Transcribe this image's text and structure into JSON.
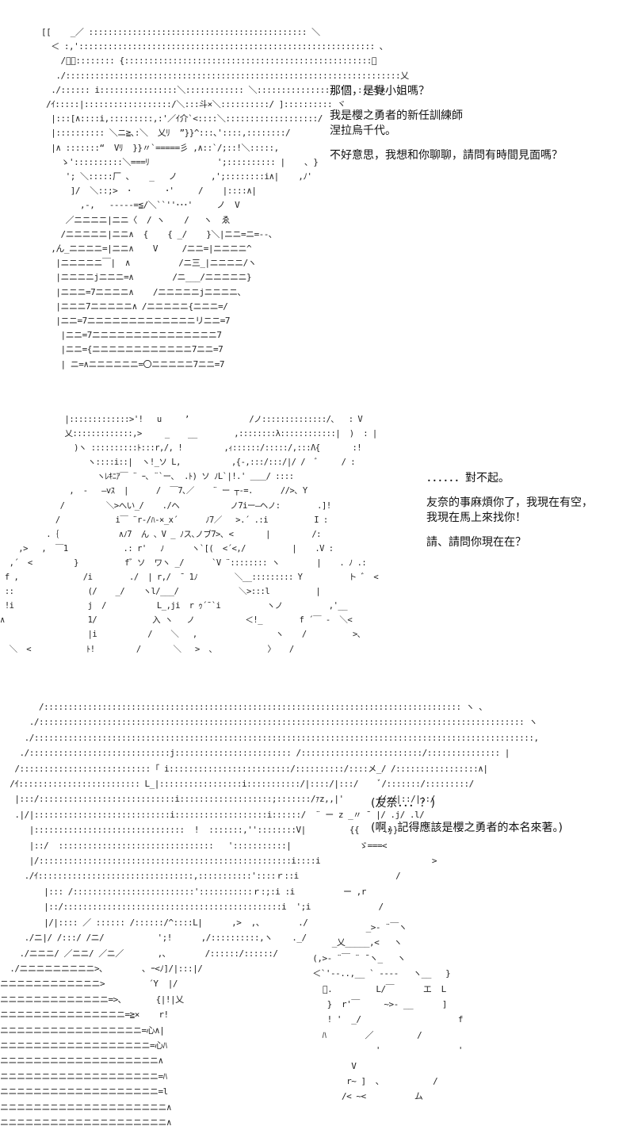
{
  "panels": [
    {
      "dialogue": [
        [
          "那個，是覺小姐嗎？"
        ],
        [
          "我是櫻之勇者的新任訓練師",
          "涅拉烏千代。"
        ],
        [
          "不好意思，我想和你聊聊，請問有時間見面嗎？"
        ]
      ]
    },
    {
      "dialogue": [
        [
          "．．．．．．對不起。"
        ],
        [
          "友奈的事麻煩你了，我現在有空，",
          "我現在馬上來找你！"
        ],
        [
          "請、請問你現在在？"
        ]
      ]
    },
    {
      "dialogue": [
        [
          "(友奈．．．？)"
        ],
        [
          "(啊，記得應該是櫻之勇者的本名來著。)"
        ]
      ]
    }
  ],
  "art": {
    "figure_1": "[[    _／ ::::::::::::::::::::::::::::::::::::::::::::: ＼\n  ＜ :,'::::::::::::::::::::::::::::::::::::::::::::::::::::::::::::: ､\n    /ﾞ￣:::::::: {:::::::::::::::::::::::::::::::::::::::::::::::::::＼\n   ./:::::::::::::::::::::::::::::::::::::::::::::::::::::::::::::::::::::乂\n  ./:::::: i::::::::::::::::＼:::::::::::: ＼::::::::::::::::,'ヿ :::ミ×\n /ｲ:::::|::::::::::::::::::/＼:::斗×＼::::::::::/ ]:::::::::: ヾ\n  |:::[∧::::i,:::::::::,:'／ｲ介`<::::＼:::::::::::::::::::/\n  |:::::::::: ＼ニ≧､:＼  乂ﾘ  ”}}^:::､'::::,::::::::/\n  |∧ :::::::“  Vﾘ  }}〃`=====彡 ,∧::`/;::!＼:::::,\n    ゝ'::::::::::＼===ﾘ              ';:::::::::: |    ､ }\n     '; ＼:::::厂 ､    _   ノ       ,';::::::::i∧|    ,ﾉ'\n      ]/  ＼::;>  ･       ･'     /    |::::∧|\n        ,-,   -----=≦/＼``''･･･'     ノ  V\n     ／ニニニニ|ニニ〈  / ヽ    /   ヽ  ゑ\n    /ニニニニニ|ニニ∧  {    { _/    }＼|ニニ=ニ=--､\n  ,ん_ニニニニ=|ニニ∧    V     /ニニ=|ニニニニ^\n   |ニニニニニ￣|  ∧          /ニ三_|ニニニニ/ヽ\n   |ニニニニjニニニ=∧        /ニ___/ニニニニニ}\n   |ニニニ=7ニニニニ∧    /ニニニニニjニニニニ､\n   |ニニニ7ニニニニニ∧ /ニニニニニ{ニニニ=/\n   |ニニ=7ニニニニニニニニニニニニニリニニ=7\n    |ニニ=7ニニニニニニニニニニニニニニニ7\n    |ニニ={ニニニニニニニニニニニニ7ニニ=7\n    | ニ=∧ニニニニニニ=〇ニニニニニ7ニニ=7",
    "figure_2": "              |:::::::::::::>'!   u     ’             /ノ::::::::::::::/､   : V\n              乂:::::::::::::,>     _    __        ,::::::::λ::::::::::::|  )  : |\n                )ヽ ::::::::::ﾄ:::r,/, !         ,ｨ::::::/:::::/,:::Λ{       :!\n                   ヽ::::i::|  ヽ!_ソ L,           ,{-,:::/:::/|/ /  ﾞ     / :\n                     ヽﾚｷﾆｱ￣ ¨ ｰ､ ¨`ー､  .ﾄ) ソ ﾉL`|!.' ＿＿/ ::::\n               ,  -   ―vｽ  |      /  ￣7､／    ¨ ー ┬‐=.      //>､ Y\n             /         ＼>へい_/    ./ヘ           ノ7iー―ヘノ:        .]!\n            /            i￣ ¨r-/ﾊ-×_x´      ﾉ7／   >.´ .:i          I :\n          .｛             ∧ﾉ7  ん 、V _ ﾉス､ノブ7>､ <       |         /:\n    ,>   ,  ￣1            .: r'   ﾉ      ヽ`[(  <´<,/          |    .V :\n  ,´  <         }          f゛ソ  ワヽ _/      `V ¨:::::::: ヽ        |    . ﾉ .:\n f ,              /i        ./  | r,/  ¯ 1ﾉ        ＼__::::::::: Y          ト ゛ <\n ::                (/    _/    ヽl/___/             ＼>:::l          |\n !i                j  /           L_,ji  r ｩ´¯`i          ヽノ          ,'__\n∧                  1/            入 ヽ   ノ           ＜!_        f ´￣ -  ＼<\n                   |i           /    ＼   ,                 ヽ    /          >､\n  ＼  <            ﾄ!         /       ＼   >  、           〉   /",
    "figure_3": "        /:::::::::::::::::::::::::::::::::::::::::::::::::::::::::::::::::::::::::::::::::::::: ヽ ､\n      ./:::::::::::::::::::::::::::::::::::::::::::::::::::::::::::::::::::::::::::::::::::::::::::::::::::: ヽ\n     ./:::::::::::::::::::::::::::::::::::::::::::::::::::::::::::::::::::::::::::::::::::::::::::::::::::::::,\n    ./:::::::::::::::::::::::::::::j:::::::::::::::::::::::: /:::::::::::::::::::::::::/::::::::::::::: |\n   /::::::::::::::::::::::::::: ｢ i:::::::::::::::::::::::::/::::::::::/::::メ_/ /:::::::::::::::::∧|\n  /ｲ::::::::::::::::::::::::: L_|:::::::::::::::::i:::::::::::/|::::/|:::/    ﾞ/:::::::/:::::::::/\n   |:::/::::::::::::::::::::::::::::i:::::::::::::::::::;:::::::/ｧz,,|'       /ｲ:/|::/|::/\n   .|/|::::::::::::::::::::::::::::i:::::::::::::::::::i::::::/  ¨ ー z _〃 ¯ |/ .j/ .l/\n      |:::::::::::::::::::::::::::::::  !  :::::::,''::::::::V|         {{     .}}\n      |::/  ::::::::::::::::::::::::::::::::   ':::::::::::|              ゞ===<\n      |/::::::::::::::::::::::::::::::::::::::::::::::::::::i::::i                       >\n     ./ｲ::::::::::::::::::::::::::::::::,:::::::::::'::::ｒ::i                    /\n         |::: /:::::::::::::::::::::::::':::::::::::ｒ:;:i :i          ー ,r\n         |::/:::::::::::::::::::::::::::::::::::::::::::::i  ';i              /\n         |/|:::: ／ :::::: /::::::/^::::L|      ,>  ,、       ./\n     ./ニ|/ /:::/ /ニ/           ';!      ,/::::::::::,ヽ    ._/\n    ./ニニニ/ ／ニニ/ ／ニ／       ,､        /::::::/::::::/\n  ./ニニニニニニニニニ>､        ､ ｰ<ﾉ]/|:::|/\nニニニニニニニニニニニニ>         ´Y  |/\nニニニニニニニニニニニニニ=>､       {|!|乂\nニニニニニニニニニニニニニニニ=≧×    r!\nニニニニニニニニニニニニニニニニニ=心∧|\nニニニニニニニニニニニニニニニニニニ=心ﾊ\nニニニニニニニニニニニニニニニニニニニ∧\nニニニニニニニニニニニニニニニニニニニ=ﾊ\nニニニニニニニニニニニニニニニニニニニ=l\nニニニニニニニニニニニニニニニニニニニニ∧\nニニニニニニニニニニニニニニニニニニニニ∧",
    "figure_4": "             _>‐ ¨￣ヽ\n      _乂_____,<   ヽ\n  (,>‐ ¨￣ ¨ ̄ ヽ_   ヽ\n  ＜`'‐-..,__ ` ----   ヽ__   }\n    ﾞ.         L/￣      エ  L\n     }  r'￣     ~>‐ __      ]\n     ! '  _/                    f\n    ﾊ        ／         /\n               '                '\n          V\n         r~ ]  ､           /\n        /< ~<          ム"
  }
}
